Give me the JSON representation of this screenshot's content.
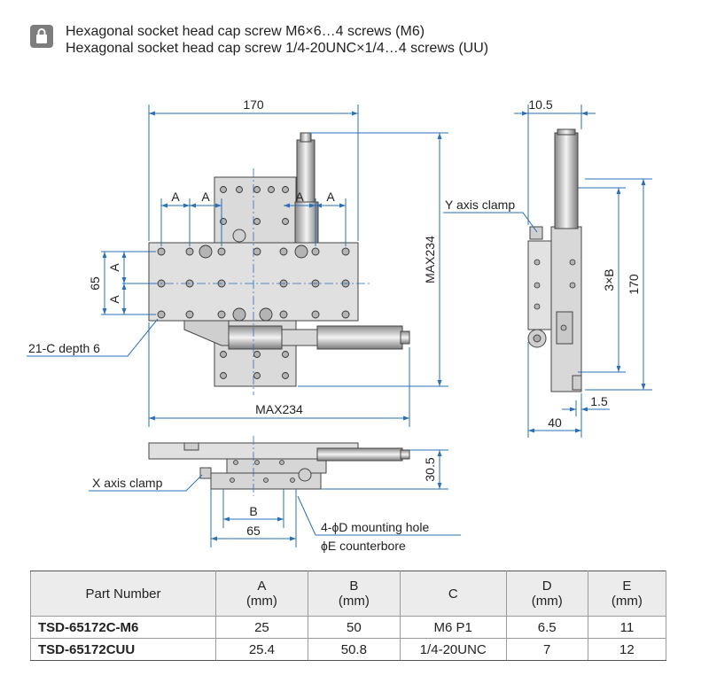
{
  "header": {
    "lines": [
      "Hexagonal socket head cap screw M6×6…4 screws (M6)",
      "Hexagonal socket head cap screw 1/4-20UNC×1/4…4 screws (UU)"
    ]
  },
  "drawing": {
    "top_view": {
      "width_dim": "170",
      "a_labels": [
        "A",
        "A",
        "A",
        "A"
      ],
      "height_dim": "65",
      "vertical_a_labels": [
        "A",
        "A"
      ],
      "tap_callout": "21-C depth 6",
      "bottom_dim": "MAX234",
      "right_dim": "MAX234"
    },
    "side_view": {
      "top_dim": "10.5",
      "clamp_callout": "Y axis clamp",
      "pitch_dim": "3×B",
      "height_dim": "170",
      "offset_dim": "1.5",
      "depth_dim": "40"
    },
    "front_view": {
      "clamp_callout": "X axis clamp",
      "height_dim": "30.5",
      "b_dim": "B",
      "base_dim": "65",
      "hole_callout_1": "4-ϕD mounting hole",
      "hole_callout_2": "ϕE counterbore"
    }
  },
  "table": {
    "headers": [
      {
        "line1": "Part Number",
        "line2": ""
      },
      {
        "line1": "A",
        "line2": "(mm)"
      },
      {
        "line1": "B",
        "line2": "(mm)"
      },
      {
        "line1": "C",
        "line2": ""
      },
      {
        "line1": "D",
        "line2": "(mm)"
      },
      {
        "line1": "E",
        "line2": "(mm)"
      }
    ],
    "rows": [
      {
        "part": "TSD-65172C-M6",
        "a": "25",
        "b": "50",
        "c": "M6 P1",
        "d": "6.5",
        "e": "11"
      },
      {
        "part": "TSD-65172CUU",
        "a": "25.4",
        "b": "50.8",
        "c": "1/4-20UNC",
        "d": "7",
        "e": "12"
      }
    ]
  }
}
